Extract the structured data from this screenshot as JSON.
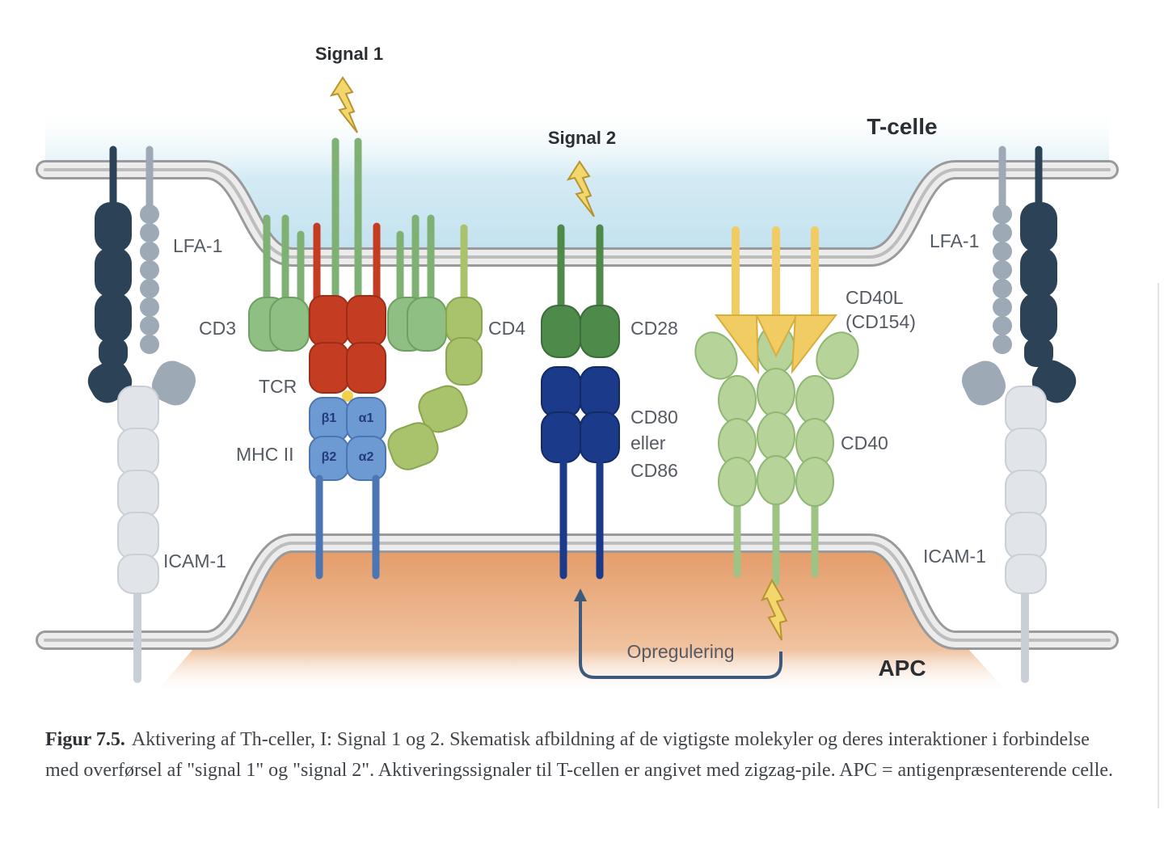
{
  "labels": {
    "signal1": "Signal 1",
    "signal2": "Signal 2",
    "tcelle": "T-celle",
    "apc": "APC",
    "lfa1_left": "LFA-1",
    "lfa1_right": "LFA-1",
    "icam1_left": "ICAM-1",
    "icam1_right": "ICAM-1",
    "cd3": "CD3",
    "tcr": "TCR",
    "mhc2": "MHC II",
    "cd4": "CD4",
    "cd28": "CD28",
    "cd80": "CD80",
    "eller": "eller",
    "cd86": "CD86",
    "cd40l": "CD40L",
    "cd154": "(CD154)",
    "cd40": "CD40",
    "opregulering": "Opregulering",
    "beta1": "β1",
    "alpha1": "α1",
    "beta2": "β2",
    "alpha2": "α2"
  },
  "caption": {
    "figure_number": "Figur 7.5.",
    "text": "Aktivering af Th-celler, I: Signal 1 og 2. Skematisk afbildning af de vigtigste molekyler og deres interaktioner i forbindelse med overførsel af \"signal 1\" og \"signal 2\". Aktiveringssignaler til T-cellen er angivet med zigzag-pile. APC = antigenpræsenterende celle."
  },
  "colors": {
    "tcell_cytoplasm": "#c9e6f2",
    "apc_cytoplasm": "#e9a373",
    "membrane": "#c8c8c8",
    "lfa1_dark": "#2c4256",
    "lfa1_light": "#9ea9b6",
    "icam1": "#e1e5ea",
    "cd3": "#8fbf82",
    "tcr": "#c43d22",
    "mhc2": "#6e9ad4",
    "cd4": "#a9c26c",
    "cd28": "#4e8a4a",
    "cd80_cd86": "#1c3a8a",
    "cd40l": "#f0cc62",
    "cd40": "#b6d49a",
    "zigzag": "#f3d66c",
    "upregulation_arrow": "#3d5a7c"
  }
}
